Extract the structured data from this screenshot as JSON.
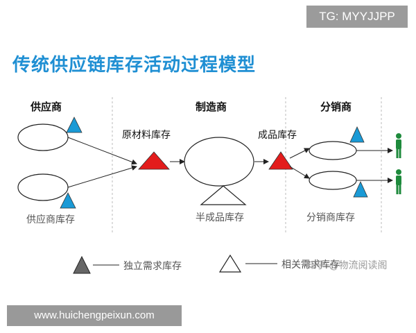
{
  "watermark_top": "TG: MYYJJPP",
  "title": "传统供应链库存活动过程模型",
  "headers": {
    "supplier": "供应商",
    "manufacturer": "制造商",
    "distributor": "分销商"
  },
  "labels": {
    "raw_material": "原材料库存",
    "finished_goods": "成品库存",
    "supplier_inventory": "供应商库存",
    "semi_finished": "半成品库存",
    "distributor_inventory": "分销商库存"
  },
  "legend": {
    "independent": "独立需求库存",
    "dependent": "相关需求库存"
  },
  "watermark_bottom": "知乎 @物流阅读阁",
  "footer": "www.huichengpeixun.com",
  "colors": {
    "title": "#1f8fd3",
    "red": "#e31c1c",
    "blue": "#1a9ad6",
    "green": "#1e8a3c"
  }
}
